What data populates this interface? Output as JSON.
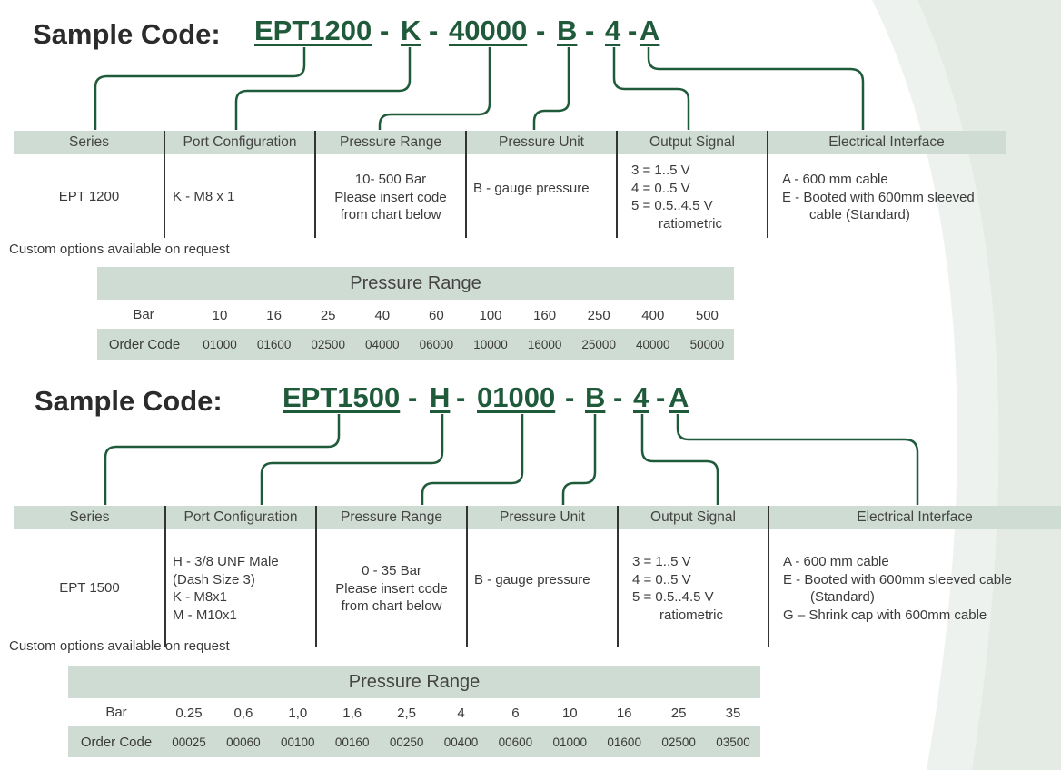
{
  "sections": [
    {
      "sample_label": "Sample Code:",
      "code": {
        "series": "EPT1200",
        "port": "K",
        "range": "40000",
        "unit": "B",
        "output": "4",
        "interface": "A",
        "sep": "-",
        "sep_last": "-"
      },
      "headers": [
        "Series",
        "Port Configuration",
        "Pressure Range",
        "Pressure Unit",
        "Output Signal",
        "Electrical Interface"
      ],
      "cells": {
        "series": [
          "EPT 1200"
        ],
        "port": [
          "K - M8 x 1"
        ],
        "range": [
          "10- 500 Bar",
          "Please insert code",
          "from chart below"
        ],
        "unit": [
          "B - gauge pressure"
        ],
        "output": [
          "3 = 1..5 V",
          "4 = 0..5 V",
          "5 = 0.5..4.5 V",
          "ratiometric"
        ],
        "interface": [
          "A - 600 mm cable",
          "E - Booted with 600mm sleeved",
          "cable (Standard)"
        ]
      },
      "note": "Custom options available on request",
      "pressure_range": {
        "title": "Pressure Range",
        "bar_label": "Bar",
        "code_label": "Order Code",
        "bar_values": [
          "10",
          "16",
          "25",
          "40",
          "60",
          "100",
          "160",
          "250",
          "400",
          "500"
        ],
        "order_codes": [
          "01000",
          "01600",
          "02500",
          "04000",
          "06000",
          "10000",
          "16000",
          "25000",
          "40000",
          "50000"
        ]
      }
    },
    {
      "sample_label": "Sample Code:",
      "code": {
        "series": "EPT1500",
        "port": "H",
        "range": "01000",
        "unit": "B",
        "output": "4",
        "interface": "A",
        "sep": "-",
        "sep_last": "-"
      },
      "headers": [
        "Series",
        "Port Configuration",
        "Pressure Range",
        "Pressure Unit",
        "Output Signal",
        "Electrical Interface"
      ],
      "cells": {
        "series": [
          "EPT 1500"
        ],
        "port": [
          "H - 3/8 UNF Male",
          "(Dash Size 3)",
          "K - M8x1",
          "M - M10x1"
        ],
        "range": [
          "0 - 35 Bar",
          "Please insert code",
          "from chart below"
        ],
        "unit": [
          "B - gauge pressure"
        ],
        "output": [
          "3 = 1..5 V",
          "4 =  0..5 V",
          "5 = 0.5..4.5 V",
          "ratiometric"
        ],
        "interface": [
          "A - 600 mm cable",
          "E - Booted with 600mm sleeved cable",
          "(Standard)",
          "G – Shrink cap with 600mm cable"
        ]
      },
      "note": "Custom options available on request",
      "pressure_range": {
        "title": "Pressure Range",
        "bar_label": "Bar",
        "code_label": "Order Code",
        "bar_values": [
          "0.25",
          "0,6",
          "1,0",
          "1,6",
          "2,5",
          "4",
          "6",
          "10",
          "16",
          "25",
          "35"
        ],
        "order_codes": [
          "00025",
          "00060",
          "00100",
          "00160",
          "00250",
          "00400",
          "00600",
          "01000",
          "01600",
          "02500",
          "03500"
        ]
      }
    }
  ],
  "colors": {
    "code_green": "#1f5a3a",
    "header_band": "#cfdcd3",
    "connector": "#1f5a3a"
  }
}
